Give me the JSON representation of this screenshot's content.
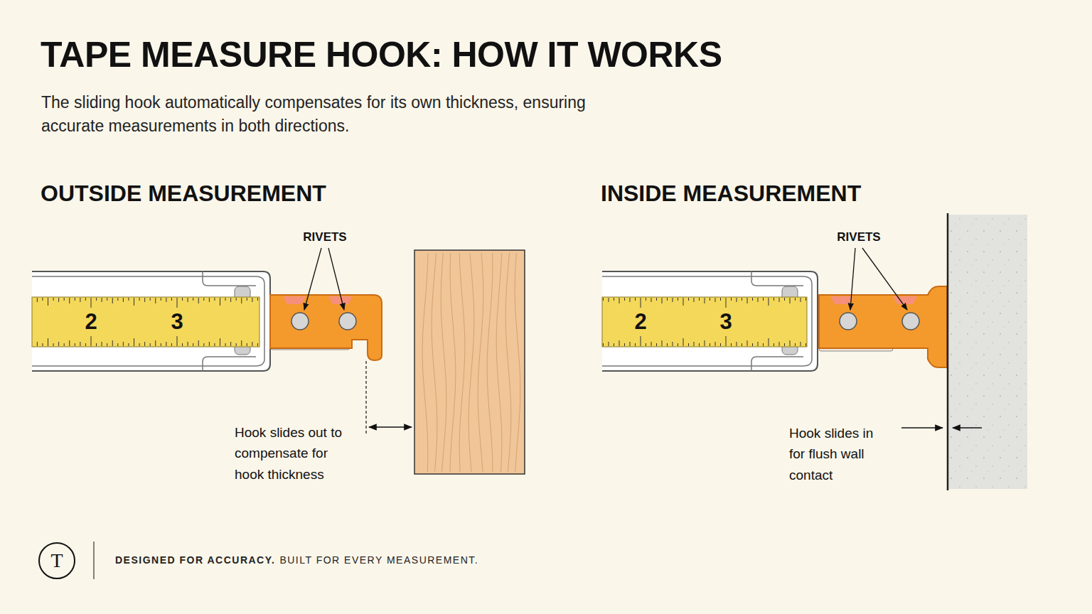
{
  "diagram": {
    "title": "TAPE MEASURE HOOK: HOW IT WORKS",
    "caption": "The sliding hook automatically compensates for its own thickness, ensuring accurate measurements in both directions.",
    "nodes": [
      {
        "text": [
          "T"
        ]
      }
    ],
    "labels": [
      "OUTSIDE MEASUREMENT",
      "RIVETS",
      "2",
      "3",
      "Hook slides out to compensate for hook thickness",
      "INSIDE MEASUREMENT",
      "RIVETS",
      "2",
      "3",
      "Hook slides in for flush wall contact",
      "DESIGNED FOR ACCURACY.",
      "BUILT FOR EVERY MEASUREMENT."
    ]
  }
}
